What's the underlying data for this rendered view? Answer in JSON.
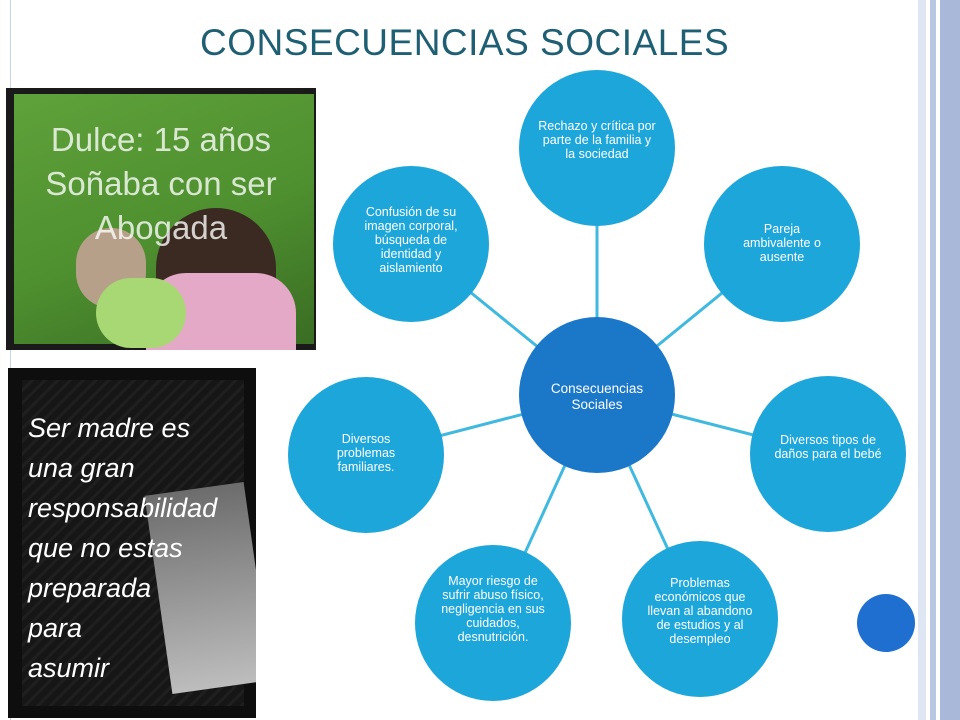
{
  "slide": {
    "title": "CONSECUENCIAS SOCIALES",
    "photo1_caption_lines": [
      "Dulce: 15 años",
      "Soñaba con ser",
      "Abogada"
    ],
    "photo2_slogan_lines": [
      "Ser madre es",
      "una gran",
      "responsabilidad",
      "que no estas",
      "preparada",
      "para",
      "asumir"
    ]
  },
  "diagram": {
    "center": "Consecuencias Sociales",
    "nodes": [
      "Rechazo y crítica por parte de la familia y la sociedad",
      "Pareja ambivalente o ausente",
      "Diversos tipos de daños para el bebé",
      "Problemas económicos que llevan al abandono de estudios y al desempleo",
      "Mayor riesgo de sufrir abuso físico, negligencia en sus cuidados, desnutrición.",
      "Diversos problemas familiares.",
      "Confusión de su imagen corporal, búsqueda de identidad y aislamiento"
    ],
    "colors": {
      "center": "#1b78c8",
      "outer": "#1da6d9",
      "spoke": "#3fb9df"
    }
  }
}
